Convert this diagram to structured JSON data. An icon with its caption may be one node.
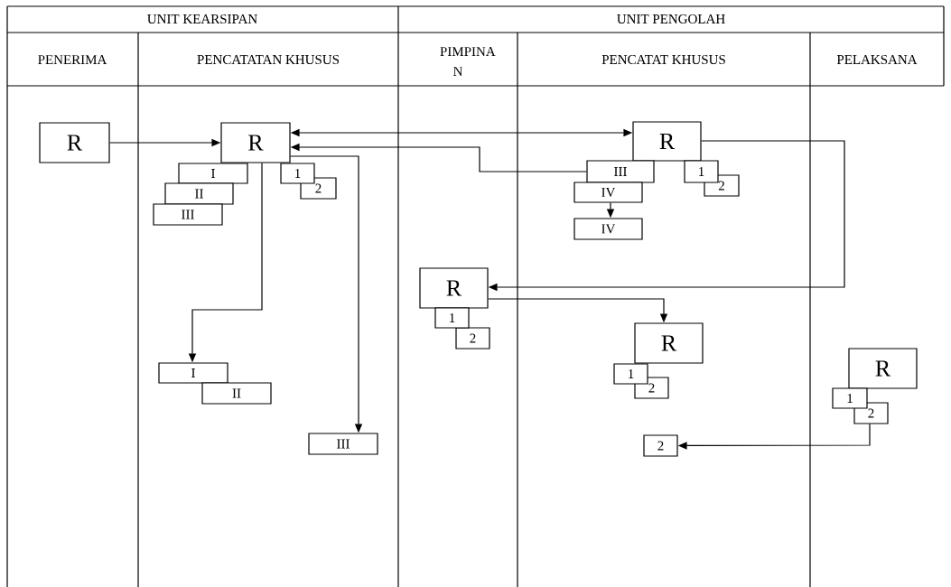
{
  "diagram": {
    "nodes": [
      {
        "text": [
          "R"
        ]
      },
      {
        "text": [
          "R"
        ]
      },
      {
        "text": [
          "I"
        ]
      },
      {
        "text": [
          "II"
        ]
      },
      {
        "text": [
          "III"
        ]
      },
      {
        "text": [
          "1"
        ]
      },
      {
        "text": [
          "2"
        ]
      },
      {
        "text": [
          "R"
        ]
      },
      {
        "text": [
          "III"
        ]
      },
      {
        "text": [
          "IV"
        ]
      },
      {
        "text": [
          "IV"
        ]
      },
      {
        "text": [
          "1"
        ]
      },
      {
        "text": [
          "2"
        ]
      },
      {
        "text": [
          "R"
        ]
      },
      {
        "text": [
          "1"
        ]
      },
      {
        "text": [
          "2"
        ]
      },
      {
        "text": [
          "R"
        ]
      },
      {
        "text": [
          "1"
        ]
      },
      {
        "text": [
          "2"
        ]
      },
      {
        "text": [
          "R"
        ]
      },
      {
        "text": [
          "1"
        ]
      },
      {
        "text": [
          "2"
        ]
      },
      {
        "text": [
          "2"
        ]
      },
      {
        "text": [
          "I"
        ]
      },
      {
        "text": [
          "II"
        ]
      },
      {
        "text": [
          "III"
        ]
      }
    ],
    "edges": [
      {
        "from": 0,
        "to": 1,
        "arrow": "to"
      },
      {
        "from": 1,
        "to": 7,
        "arrow": "both"
      },
      {
        "from": 8,
        "to": 1,
        "arrow": "to"
      },
      {
        "from": 1,
        "to": 23,
        "arrow": "to"
      },
      {
        "from": 1,
        "to": 25,
        "arrow": "to"
      },
      {
        "from": 9,
        "to": 10,
        "arrow": "to"
      },
      {
        "from": 7,
        "to": 13,
        "arrow": "to"
      },
      {
        "from": 13,
        "to": 16,
        "arrow": "to"
      },
      {
        "from": 21,
        "to": 22,
        "arrow": "to"
      }
    ],
    "labels": [
      "UNIT KEARSIPAN",
      "UNIT PENGOLAH",
      "PENERIMA",
      "PENCATATAN KHUSUS",
      "PIMPINA N",
      "PENCATAT KHUSUS",
      "PELAKSANA"
    ]
  }
}
